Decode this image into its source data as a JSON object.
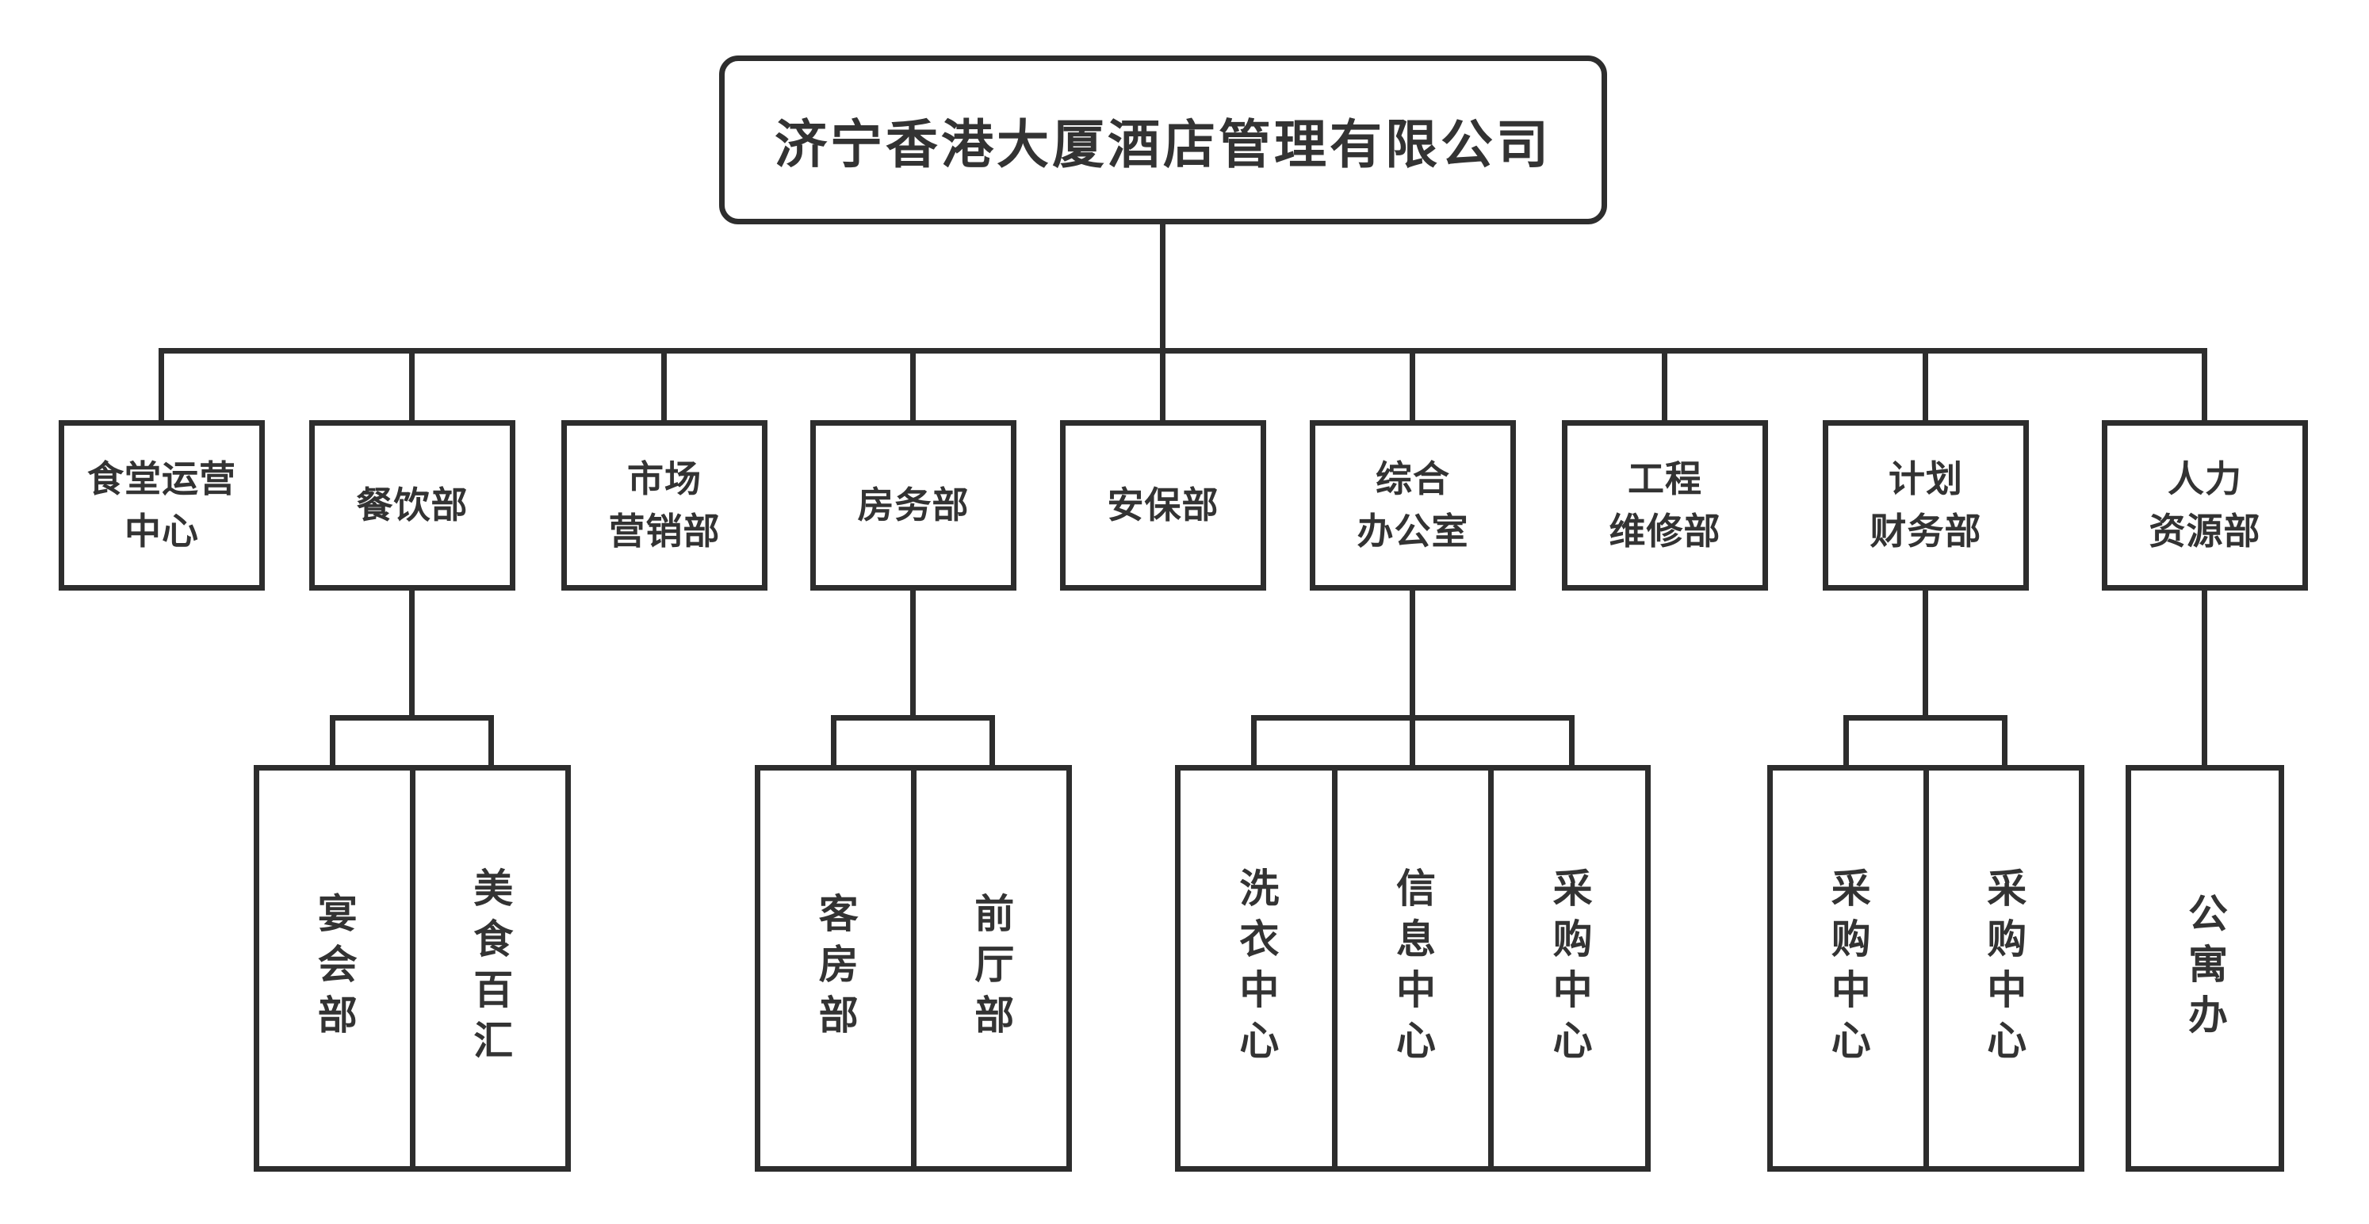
{
  "company": {
    "name": "济宁香港大厦酒店管理有限公司"
  },
  "departments": [
    {
      "label": "食堂运营\n中心",
      "children": []
    },
    {
      "label": "餐饮部",
      "children": [
        {
          "label": "宴会部"
        },
        {
          "label": "美食百汇"
        }
      ]
    },
    {
      "label": "市场\n营销部",
      "children": []
    },
    {
      "label": "房务部",
      "children": [
        {
          "label": "客房部"
        },
        {
          "label": "前厅部"
        }
      ]
    },
    {
      "label": "安保部",
      "children": []
    },
    {
      "label": "综合\n办公室",
      "children": [
        {
          "label": "洗衣中心"
        },
        {
          "label": "信息中心"
        },
        {
          "label": "采购中心"
        }
      ]
    },
    {
      "label": "工程\n维修部",
      "children": []
    },
    {
      "label": "计划\n财务部",
      "children": [
        {
          "label": "采购中心"
        },
        {
          "label": "采购中心"
        }
      ]
    },
    {
      "label": "人力\n资源部",
      "children": [
        {
          "label": "公寓办"
        }
      ]
    }
  ],
  "style": {
    "line_color": "#2d2d2d",
    "text_color": "#333333",
    "background": "#ffffff"
  }
}
